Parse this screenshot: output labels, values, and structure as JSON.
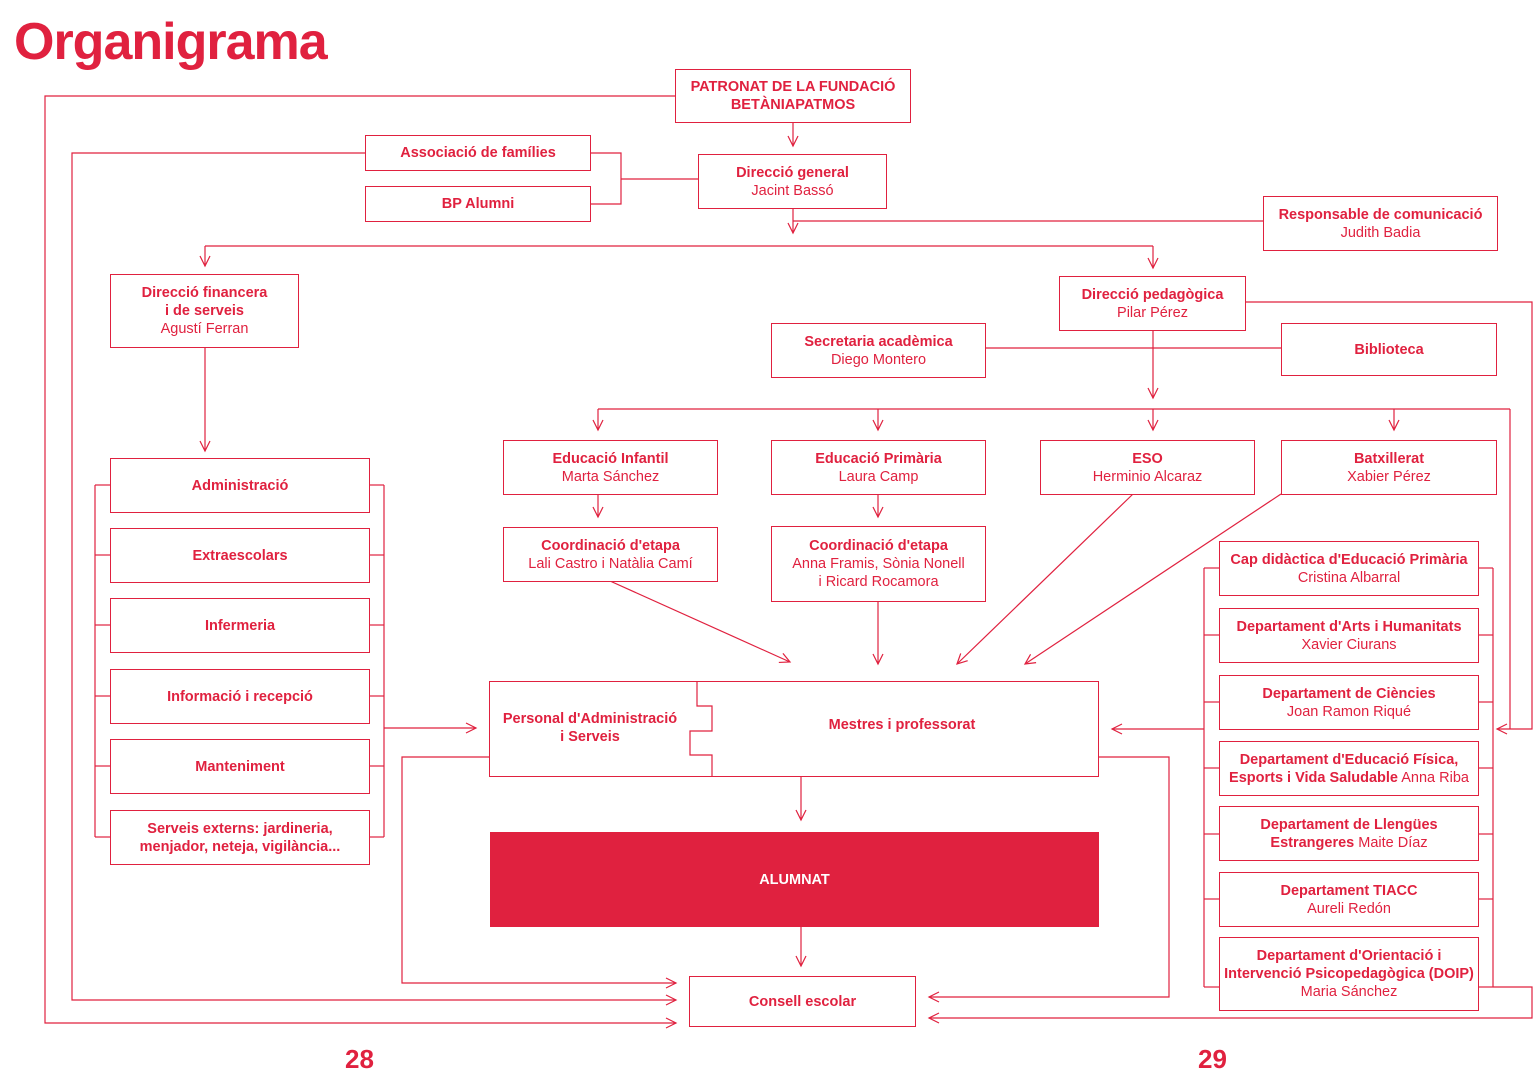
{
  "heading": "Organigrama",
  "nodes": {
    "patronat": {
      "title": "PATRONAT DE LA FUNDACIÓ\nBETÀNIAPATMOS",
      "sub": ""
    },
    "associacio": {
      "title": "Associació de famílies",
      "sub": ""
    },
    "bp_alumni": {
      "title": "BP Alumni",
      "sub": ""
    },
    "direccio_general": {
      "title": "Direcció general",
      "sub": "Jacint Bassó"
    },
    "comunicacio": {
      "title": "Responsable de comunicació",
      "sub": "Judith Badia"
    },
    "financera": {
      "title": "Direcció financera\ni de serveis",
      "sub": "Agustí Ferran"
    },
    "pedagogica": {
      "title": "Direcció pedagògica",
      "sub": "Pilar Pérez"
    },
    "secretaria": {
      "title": "Secretaria acadèmica",
      "sub": "Diego Montero"
    },
    "biblioteca": {
      "title": "Biblioteca",
      "sub": ""
    },
    "administracio": {
      "title": "Administració",
      "sub": ""
    },
    "extraescolars": {
      "title": "Extraescolars",
      "sub": ""
    },
    "infermeria": {
      "title": "Infermeria",
      "sub": ""
    },
    "informacio": {
      "title": "Informació i recepció",
      "sub": ""
    },
    "manteniment": {
      "title": "Manteniment",
      "sub": ""
    },
    "serveis_externs": {
      "title": "Serveis externs: jardineria,\nmenjador, neteja, vigilància...",
      "sub": ""
    },
    "infantil": {
      "title": "Educació Infantil",
      "sub": "Marta Sánchez"
    },
    "primaria": {
      "title": "Educació Primària",
      "sub": "Laura Camp"
    },
    "eso": {
      "title": "ESO",
      "sub": "Herminio Alcaraz"
    },
    "batxillerat": {
      "title": "Batxillerat",
      "sub": "Xabier Pérez"
    },
    "coord_infantil": {
      "title": "Coordinació d'etapa",
      "sub": "Lali Castro i Natàlia Camí"
    },
    "coord_primaria": {
      "title": "Coordinació d'etapa",
      "sub": "Anna Framis, Sònia Nonell\ni Ricard Rocamora"
    },
    "cap_didactica": {
      "title": "Cap didàctica d'Educació Primària",
      "sub": "Cristina Albarral"
    },
    "dep_arts": {
      "title": "Departament d'Arts i Humanitats",
      "sub": "Xavier Ciurans"
    },
    "dep_ciencies": {
      "title": "Departament de Ciències",
      "sub": "Joan Ramon Riqué"
    },
    "dep_edfisica": {
      "title": "Departament d'Educació Física,",
      "title2": "Esports i Vida Saludable",
      "sub": "Anna Riba"
    },
    "dep_llengues": {
      "title": "Departament de Llengües",
      "title2": "Estrangeres",
      "sub": "Maite Díaz"
    },
    "dep_tiacc": {
      "title": "Departament TIACC",
      "sub": "Aureli Redón"
    },
    "dep_doip": {
      "title": "Departament d'Orientació i\nIntervenció Psicopedagògica (DOIP)",
      "sub": "Maria Sánchez"
    },
    "personal": {
      "title": "Personal d'Administració\ni Serveis",
      "sub": ""
    },
    "mestres": {
      "title": "Mestres i professorat",
      "sub": ""
    },
    "alumnat": {
      "title": "ALUMNAT",
      "sub": ""
    },
    "consell": {
      "title": "Consell escolar",
      "sub": ""
    }
  },
  "page_numbers": {
    "left": "28",
    "right": "29"
  },
  "colors": {
    "accent": "#e0213f",
    "background": "#ffffff"
  }
}
